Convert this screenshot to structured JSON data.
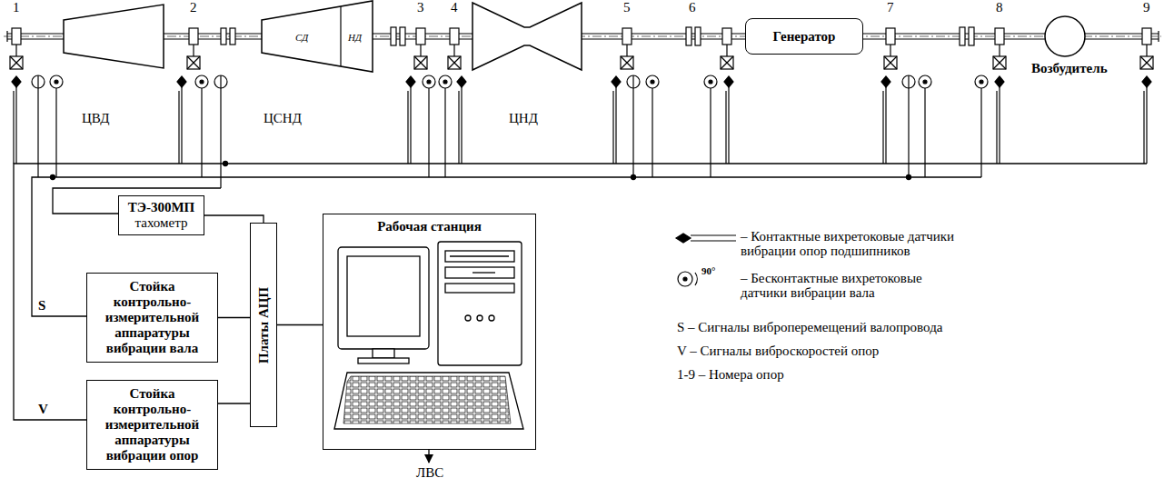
{
  "diagram": {
    "nodes": [
      {
        "text": [
          "ЦВД"
        ]
      },
      {
        "text": [
          "ЦСНД",
          "СД",
          "НД"
        ]
      },
      {
        "text": [
          "ЦНД"
        ]
      },
      {
        "text": [
          "Генератор"
        ]
      },
      {
        "text": [
          "Возбудитель"
        ]
      },
      {
        "text": [
          "ТЭ-300МП",
          "тахометр"
        ]
      },
      {
        "text": [
          "Стойка контрольно-измерительной аппаратуры вибрации вала"
        ]
      },
      {
        "text": [
          "Стойка контрольно-измерительной аппаратуры вибрации опор"
        ]
      },
      {
        "text": [
          "Платы АЦП"
        ]
      },
      {
        "text": [
          "Рабочая станция"
        ]
      }
    ],
    "edges": [
      {
        "from": 5,
        "to": 8,
        "arrow": "none"
      },
      {
        "from": 6,
        "to": 8,
        "arrow": "none"
      },
      {
        "from": 7,
        "to": 8,
        "arrow": "none"
      },
      {
        "from": 8,
        "to": 9,
        "arrow": "none"
      }
    ],
    "labels": [
      "1",
      "2",
      "3",
      "4",
      "5",
      "6",
      "7",
      "8",
      "9",
      "S",
      "V",
      "ЛВС",
      "90°",
      "S – Сигналы виброперемещений валопровода",
      "V – Сигналы виброскоростей опор",
      "1-9 – Номера опор"
    ],
    "legend": [
      {
        "text": "– Контактные вихретоковые датчики вибрации опор подшипников"
      },
      {
        "text": "– Бесконтактные вихретоковые датчики вибрации вала"
      }
    ]
  }
}
